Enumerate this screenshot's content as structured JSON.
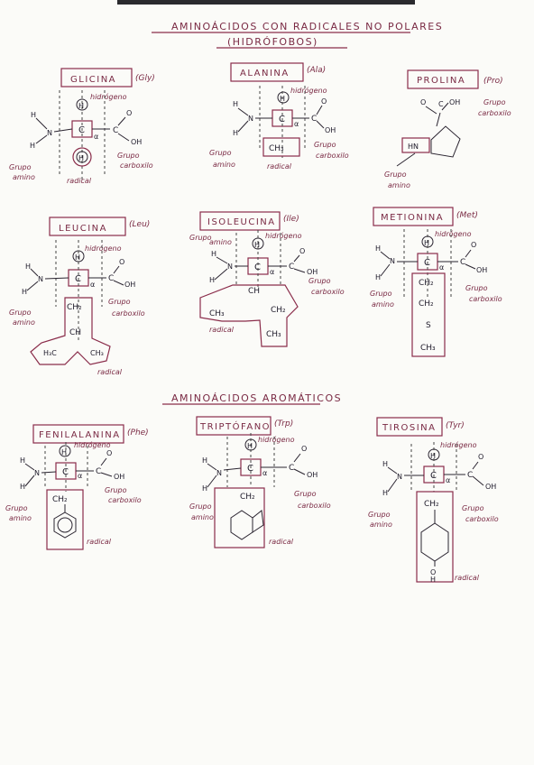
{
  "title_line1": "AMINOÁCIDOS CON RADICALES NO POLARES",
  "title_line2": "(HIDRÓFOBOS)",
  "section2_title": "AMINOÁCIDOS AROMÁTICOS",
  "labels": {
    "h": "H",
    "n": "N",
    "c": "C",
    "alpha": "α",
    "o": "O",
    "oh": "OH",
    "hidrogeno": "hidrógeno",
    "grupo": "Grupo",
    "amino": "amino",
    "carboxilo": "carboxilo",
    "radical": "radical",
    "ch2": "CH₂",
    "ch3": "CH₃",
    "ch": "CH",
    "s": "S",
    "h3c": "H₃C",
    "hn": "HN"
  },
  "amino_acids": [
    {
      "name": "GLICINA",
      "abbr": "(Gly)"
    },
    {
      "name": "ALANINA",
      "abbr": "(Ala)"
    },
    {
      "name": "PROLINA",
      "abbr": "(Pro)"
    },
    {
      "name": "LEUCINA",
      "abbr": "(Leu)"
    },
    {
      "name": "ISOLEUCINA",
      "abbr": "(Ile)"
    },
    {
      "name": "METIONINA",
      "abbr": "(Met)"
    },
    {
      "name": "FENILALANINA",
      "abbr": "(Phe)"
    },
    {
      "name": "TRIPTÓFANO",
      "abbr": "(Trp)"
    },
    {
      "name": "TIROSINA",
      "abbr": "(Tyr)"
    }
  ],
  "colors": {
    "ink": "#1e1a2a",
    "marker": "#7a2a44",
    "paper": "#fbfbf8"
  }
}
